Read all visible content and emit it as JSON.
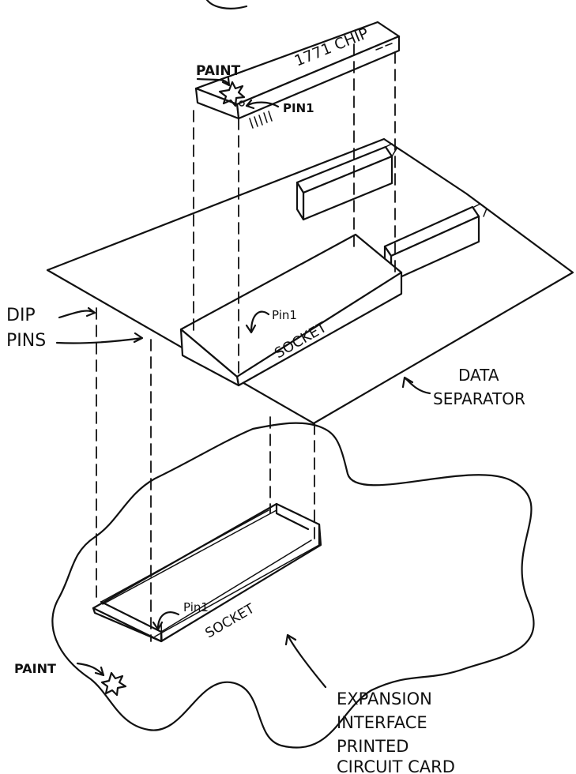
{
  "labels": {
    "chip": "1771 CHIP",
    "paint_top": "PAINT",
    "pin1_chip": "PIN1",
    "dip_pins_line1": "DIP",
    "dip_pins_line2": "PINS",
    "pin1_upper_socket": "Pin1",
    "upper_socket": "SOCKET",
    "data_separator_line1": "DATA",
    "data_separator_line2": "SEPARATOR",
    "pin1_lower_socket": "Pin1",
    "lower_socket": "SOCKET",
    "paint_bottom": "PAINT",
    "card_line1": "EXPANSION",
    "card_line2": "INTERFACE",
    "card_line3": "PRINTED",
    "card_line4": "CIRCUIT CARD"
  }
}
